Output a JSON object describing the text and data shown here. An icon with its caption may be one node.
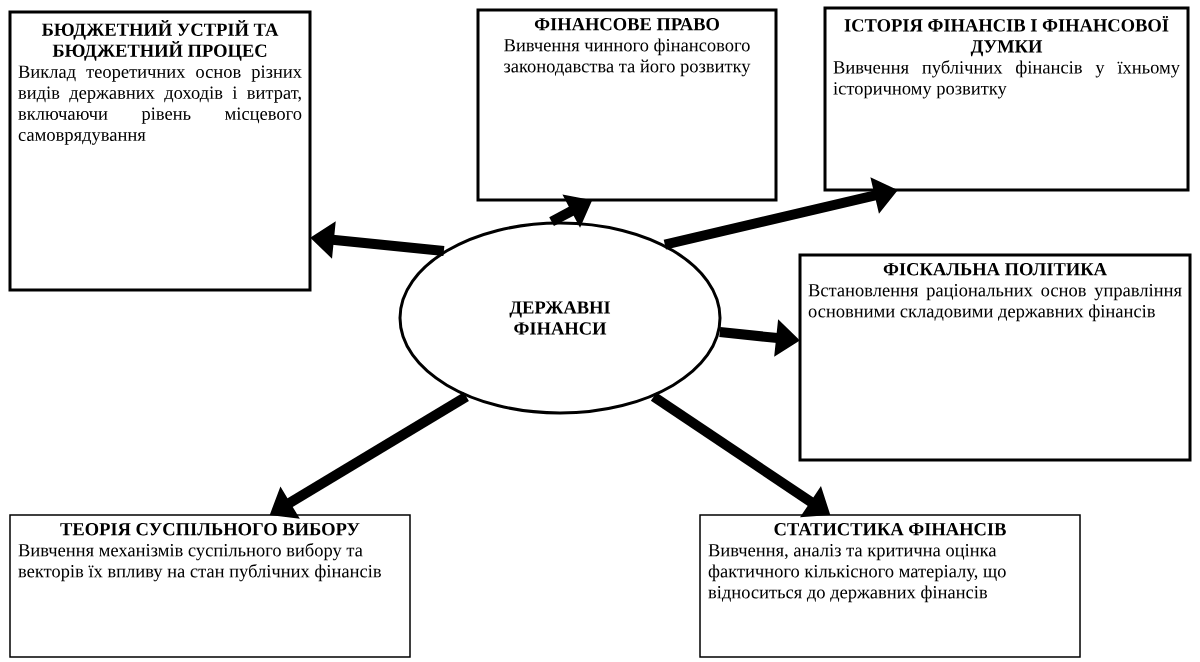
{
  "diagram": {
    "nodes": [
      {
        "text": [
          "ДЕРЖАВНІ ФІНАНСИ"
        ]
      },
      {
        "text": [
          "БЮДЖЕТНИЙ УСТРІЙ ТА БЮДЖЕТНИЙ ПРОЦЕС",
          "Виклад теоретичних основ різних видів державних доходів і витрат, включаючи рівень місцевого самоврядування"
        ]
      },
      {
        "text": [
          "ФІНАНСОВЕ ПРАВО",
          "Вивчення чинного фінансового законодавства та його розвитку"
        ]
      },
      {
        "text": [
          "ІСТОРІЯ ФІНАНСІВ І ФІНАНСОВОЇ ДУМКИ",
          "Вивчення публічних фінансів у їхньому історичному розвитку"
        ]
      },
      {
        "text": [
          "ФІСКАЛЬНА ПОЛІТИКА",
          "Встановлення раціональних основ управління основними складовими державних фінансів"
        ]
      },
      {
        "text": [
          "ТЕОРІЯ СУСПІЛЬНОГО ВИБОРУ",
          "Вивчення механізмів суспільного вибору та векторів їх впливу на стан публічних фінансів"
        ]
      },
      {
        "text": [
          "СТАТИСТИКА ФІНАНСІВ",
          "Вивчення, аналіз та критична оцінка фактичного кількісного матеріалу, що відноситься до державних фінансів"
        ]
      }
    ],
    "edges": [
      {
        "from": 0,
        "to": 2,
        "arrow": "to"
      },
      {
        "from": 0,
        "to": 1,
        "arrow": "to"
      },
      {
        "from": 0,
        "to": 3,
        "arrow": "to"
      },
      {
        "from": 0,
        "to": 4,
        "arrow": "to"
      },
      {
        "from": 0,
        "to": 5,
        "arrow": "to"
      },
      {
        "from": 0,
        "to": 6,
        "arrow": "to"
      }
    ]
  }
}
